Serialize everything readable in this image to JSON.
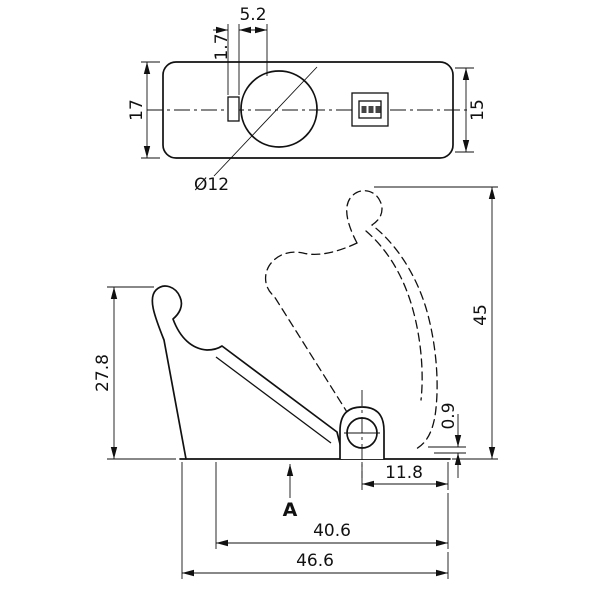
{
  "drawing": {
    "background": "#ffffff",
    "line_color": "#111111"
  },
  "top_view": {
    "dims": {
      "slot_offset": "5.2",
      "slot_width": "1.7",
      "body_width": "17",
      "end_width": "15",
      "hole_diameter": "Ø12"
    }
  },
  "side_view": {
    "dims": {
      "front_height": "27.8",
      "open_height": "45",
      "lip_thickness": "0.9",
      "pivot_to_end": "11.8",
      "base_inner_length": "40.6",
      "overall_length": "46.6"
    },
    "datum_label": "A"
  }
}
